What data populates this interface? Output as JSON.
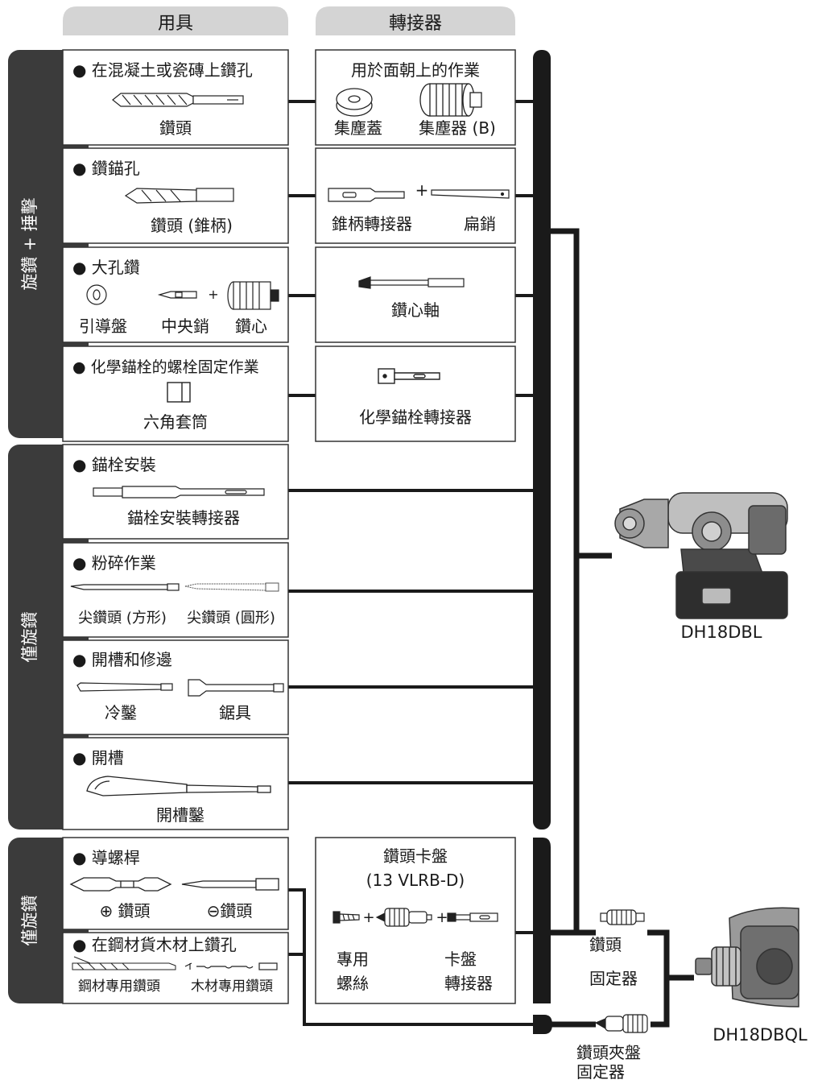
{
  "headers": {
    "tools": "用具",
    "adapters": "轉接器"
  },
  "modes": {
    "rotary_hammer": "旋鑽 + 捶擊",
    "rotation_only_1": "僅旋鑽",
    "rotation_only_2": "僅旋鑽"
  },
  "rows": {
    "concrete": {
      "title": "● 在混凝土或瓷磚上鑽孔",
      "tool": "鑽頭",
      "adapter_title": "用於面朝上的作業",
      "adapter_left": "集塵蓋",
      "adapter_right": "集塵器 (B)"
    },
    "anchor_hole": {
      "title": "● 鑽錨孔",
      "tool": "鑽頭 (錐柄)",
      "adapter_left": "錐柄轉接器",
      "adapter_right": "扁銷"
    },
    "core": {
      "title": "● 大孔鑽",
      "tool_1": "引導盤",
      "tool_2": "中央銷",
      "tool_3": "鑽心",
      "adapter": "鑽心軸"
    },
    "chemical": {
      "title": "● 化學錨栓的螺栓固定作業",
      "tool": "六角套筒",
      "adapter": "化學錨栓轉接器"
    },
    "anchor_install": {
      "title": "● 錨栓安裝",
      "tool": "錨栓安裝轉接器"
    },
    "crushing": {
      "title": "● 粉碎作業",
      "tool_1": "尖鑽頭 (方形)",
      "tool_2": "尖鑽頭 (圓形)"
    },
    "grooving_edging": {
      "title": "● 開槽和修邊",
      "tool_1": "冷鑿",
      "tool_2": "鋸具"
    },
    "grooving": {
      "title": "● 開槽",
      "tool": "開槽鑿"
    },
    "screw": {
      "title": "● 導螺桿",
      "tool_1": "⊕ 鑽頭",
      "tool_2": "⊖鑽頭"
    },
    "steel_wood": {
      "title": "● 在鋼材貨木材上鑽孔",
      "tool_1": "鋼材專用鑽頭",
      "tool_2": "木材專用鑽頭"
    }
  },
  "chuck": {
    "title_1": "鑽頭卡盤",
    "title_2": "(13 VLRB-D)",
    "screw_1": "專用",
    "screw_2": "螺絲",
    "adapter_1": "卡盤",
    "adapter_2": "轉接器"
  },
  "holders": {
    "bit_holder_1": "鑽頭",
    "bit_holder_2": "固定器",
    "chuck_holder_1": "鑽頭夾盤",
    "chuck_holder_2": "固定器"
  },
  "models": {
    "main": "DH18DBL",
    "quick": "DH18DBQL"
  }
}
